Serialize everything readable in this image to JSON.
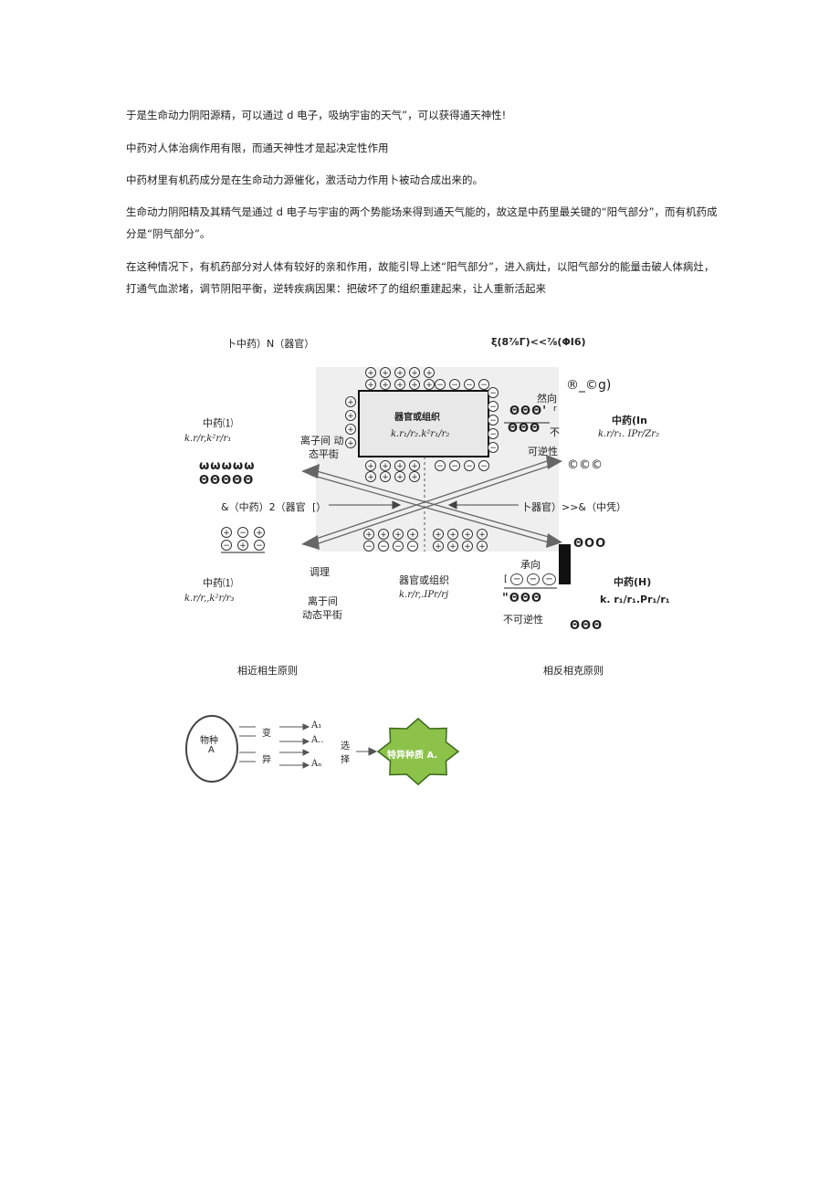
{
  "paragraphs": [
    "于是生命动力阴阳源精，可以通过 d 电子，吸纳宇宙的天气”，可以获得通天神性!",
    "中药对人体治病作用有限，而通天神性才是起决定性作用",
    "中药材里有机药成分是在生命动力源催化，激活动力作用卜被动合成出来的。",
    "生命动力阴阳精及其精气是通过 d 电子与宇宙的两个势能场来得到通天气能的，故这是中药里最关键的“阳气部分”，而有机药成分是“阴气部分”。",
    "在这种情况下，有机药部分对人体有较好的亲和作用，故能引导上述“阳气部分”，进入病灶，以阳气部分的能量击破人体病灶，打通气血淤堵，调节阴阳平衡，逆转疾病因果：把破坏了的组织重建起来，让人重新活起来"
  ],
  "diagram1": {
    "top_left": "卜中药）N（器官）",
    "top_right": "ξ(8⅞Γ)<<⅞(ΦI6)",
    "box_title": "器官或组织",
    "box_formula": "k.r₁/r₂.k²r₁/r₂",
    "left_herb": "中药⑴",
    "left_formula": "k.r/r,k²r/r₁",
    "omega": "ωωωωω",
    "theta_left": "ΘΘΘΘΘ",
    "mid_left": "&（中药）2（器官",
    "mid_left_paren": "[）",
    "ion_balance_top_1": "离子间 动",
    "ion_balance_top_2": "态平街",
    "tiaoli": "调理",
    "ion_balance_bot_1": "离于间",
    "ion_balance_bot_2": "动态平街",
    "bottom_organ": "器官或组织",
    "bottom_organ_formula": "k.r/r,.IPr/rj",
    "bottom_left_herb": "中药⑴",
    "bottom_left_formula": "k.r/r,,k²r/r₃",
    "right_reg": "®_©g)",
    "ranxiang": "然向",
    "r_mark": "r",
    "theta_r1": "ΘΘΘ'",
    "theta_r2": "ΘΘΘ",
    "bu": "不",
    "kenixing": "可逆性",
    "copy3": "©©©",
    "right_herb": "中药(In",
    "right_formula": "k.r/r₁. IPr/Zr₂",
    "mid_right": "卜器官）>>&（中凭）",
    "theta_r3": "ΘOO",
    "chengxiang": "承向",
    "theta_r4": "\"ΘΘΘ",
    "bukenixing": "不可逆性",
    "bottom_right_herb": "中药(H)",
    "bottom_right_formula": "k. r₁/r₁.Pr₁/r₁",
    "theta_r5": "ΘΘΘ",
    "caption_left": "相近相生原则",
    "caption_right": "相反相克原则"
  },
  "diagram2": {
    "species": "物种",
    "species_letter": "A",
    "bian": "变",
    "yi": "异",
    "a1": "A₁",
    "a2": "A..",
    "an": "Aₙ",
    "xuan": "选",
    "ze": "择",
    "result": "特异种质 A."
  },
  "colors": {
    "star_fill": "#8cc24a",
    "star_stroke": "#3a6a1a",
    "box_bg": "#e8e8e8"
  }
}
